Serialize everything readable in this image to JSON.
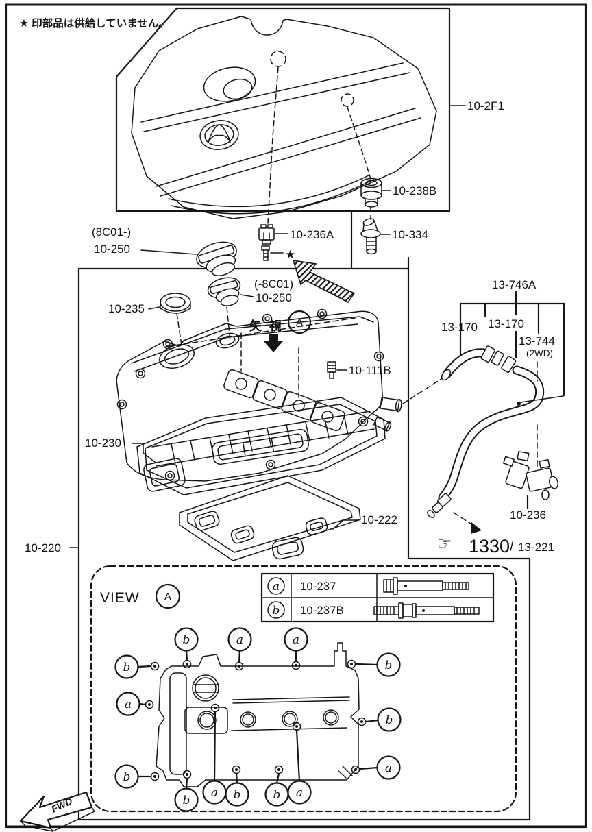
{
  "note": "★ 印部品は供給していません。",
  "labels": {
    "engine_cover_assy": "10-2F1",
    "seal_rubber": "10-238B",
    "oil_filler_pipe": "10-334",
    "clip": "10-236A",
    "star_mark": "★",
    "cap_range_new": "(8C01-)",
    "cap_new": "10-250",
    "cap_range_old": "(-8C01)",
    "cap_old": "10-250",
    "filler_seal": "10-235",
    "arrow_view_jp": "矢 視",
    "arrow_view_letter": "A",
    "stud_111b": "10-111B",
    "hose_assy": "13-746A",
    "hose_left": "13-170",
    "hose_mid": "13-170",
    "hose_right": "13-744",
    "hose_right_note": "(2WD)",
    "gasket_head_cover": "10-230",
    "gasket_tube": "10-222",
    "head_cover_assy": "10-220",
    "valve_236": "10-236",
    "ref_group": "1330",
    "ref_sep": "/",
    "ref_part": "13-221",
    "view_word": "VIEW",
    "view_letter": "A",
    "fwd": "FWD",
    "pointer_hand": "☞"
  },
  "fastener_table": {
    "rows": [
      {
        "symbol": "a",
        "part_no": "10-237"
      },
      {
        "symbol": "b",
        "part_no": "10-237B"
      }
    ]
  },
  "callouts": {
    "a": "a",
    "b": "b"
  }
}
